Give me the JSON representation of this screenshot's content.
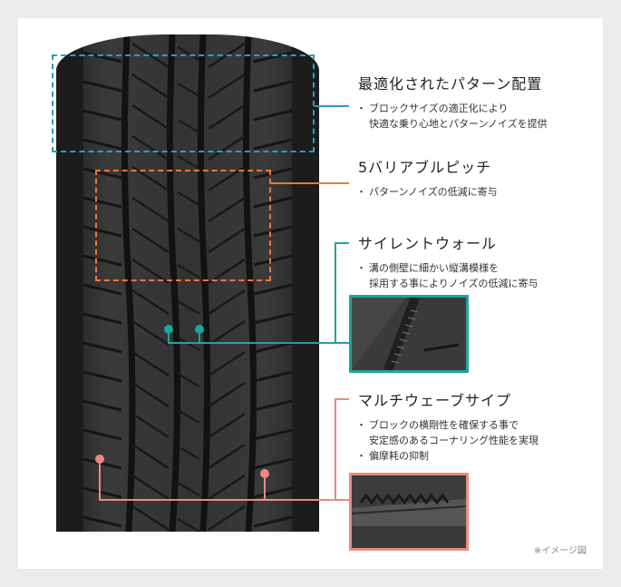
{
  "features": [
    {
      "title": "最適化されたパターン配置",
      "bullets": [
        "ブロックサイズの適正化により\n快適な乗り心地とパターンノイズを提供"
      ],
      "color": "#2a9ec4"
    },
    {
      "title": "5バリアブルピッチ",
      "bullets": [
        "パターンノイズの低減に寄与"
      ],
      "color": "#e8783a"
    },
    {
      "title": "サイレントウォール",
      "bullets": [
        "溝の側壁に細かい縦溝模様を\n採用する事によりノイズの低減に寄与"
      ],
      "color": "#1fa59a"
    },
    {
      "title": "マルチウェーブサイプ",
      "bullets": [
        "ブロックの横剛性を確保する事で\n安定感のあるコーナリング性能を実現",
        "偏摩耗の抑制"
      ],
      "color": "#e98a84"
    }
  ],
  "caption": "※イメージ図"
}
